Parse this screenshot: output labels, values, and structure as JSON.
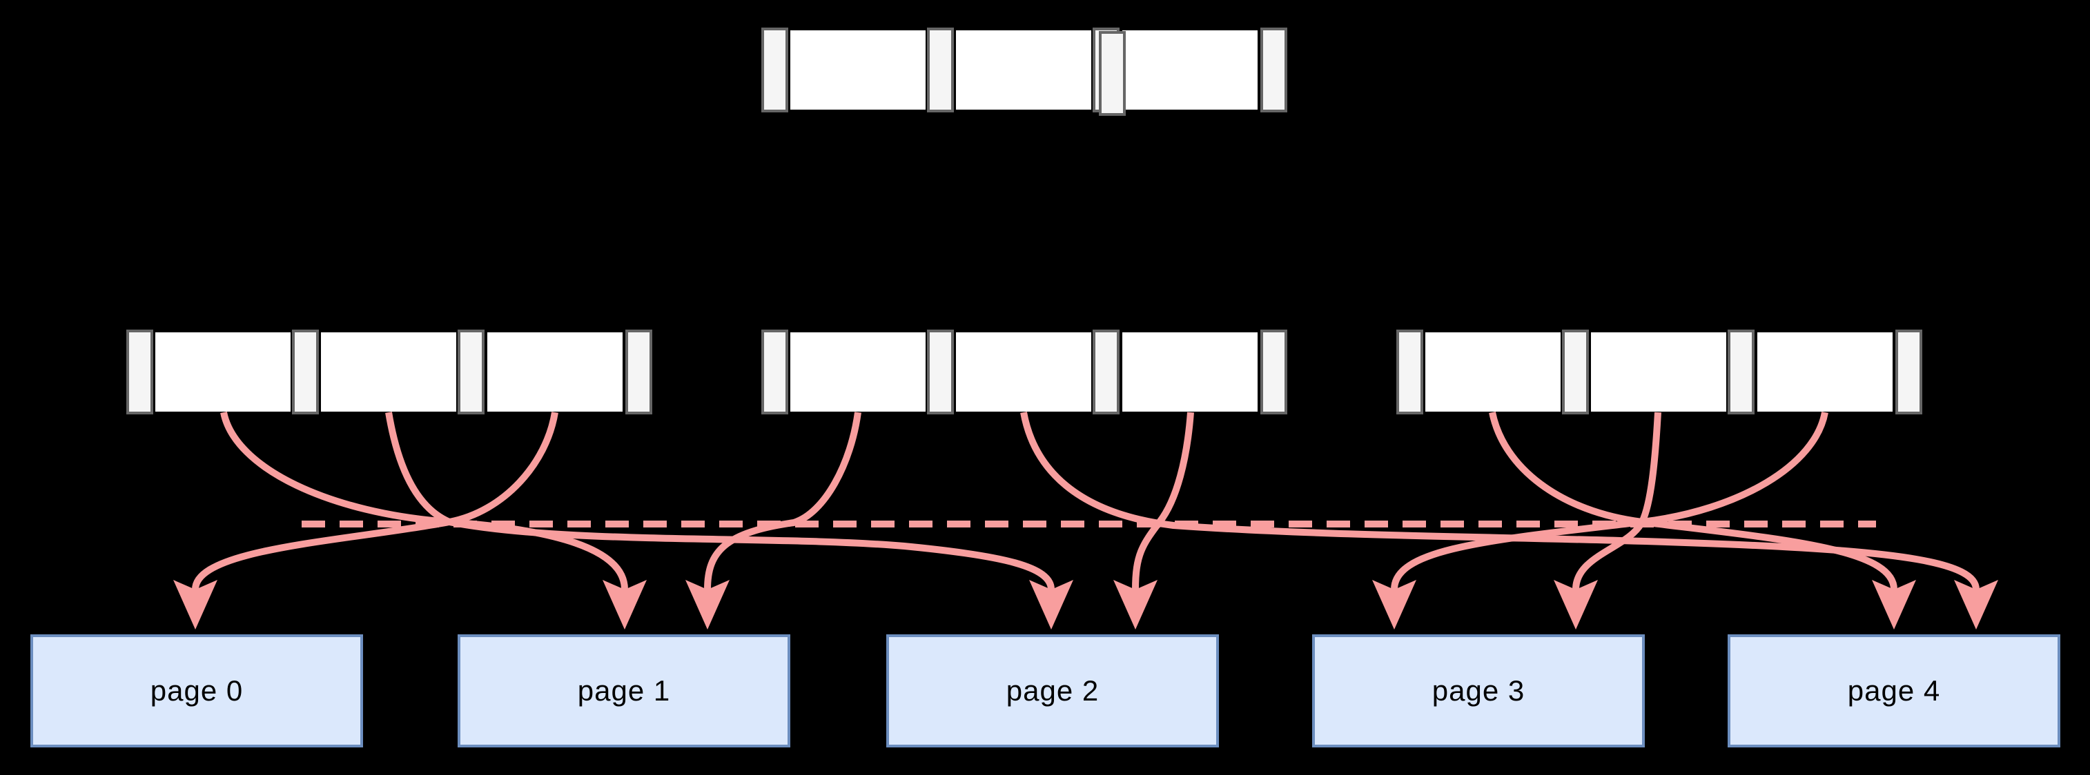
{
  "diagram": {
    "kind": "btree-nodes-and-disk-pages",
    "node_structure": {
      "slots_per_node": 4,
      "cells_per_node": 3
    },
    "nodes": [
      {
        "id": "root",
        "role": "root-node"
      },
      {
        "id": "internal-0",
        "role": "internal-node"
      },
      {
        "id": "internal-1",
        "role": "internal-node"
      },
      {
        "id": "internal-2",
        "role": "internal-node"
      }
    ],
    "pages": [
      {
        "label": "page 0"
      },
      {
        "label": "page 1"
      },
      {
        "label": "page 2"
      },
      {
        "label": "page 3"
      },
      {
        "label": "page 4"
      }
    ],
    "pointers": [
      {
        "from": "internal-0.cell-0",
        "to": "page 1"
      },
      {
        "from": "internal-0.cell-1",
        "to": "page 2"
      },
      {
        "from": "internal-0.cell-2",
        "to": "page 0"
      },
      {
        "from": "internal-1.cell-0",
        "to": "page 1"
      },
      {
        "from": "internal-1.cell-1",
        "to": "page 4"
      },
      {
        "from": "internal-1.cell-2",
        "to": "page 2"
      },
      {
        "from": "internal-2.cell-0",
        "to": "page 4"
      },
      {
        "from": "internal-2.cell-1",
        "to": "page 3"
      },
      {
        "from": "internal-2.cell-2",
        "to": "page 3"
      }
    ],
    "dashed_link_line": {
      "style": "dashed",
      "color": "#f89e9e"
    },
    "colors": {
      "background": "#000000",
      "arrow": "#f89e9e",
      "page_fill": "#dbe8fc",
      "page_border": "#6c8ebf",
      "slot_fill": "#f5f5f5",
      "slot_border": "#666666",
      "cell_fill": "#ffffff",
      "page_label": "#000000"
    }
  }
}
